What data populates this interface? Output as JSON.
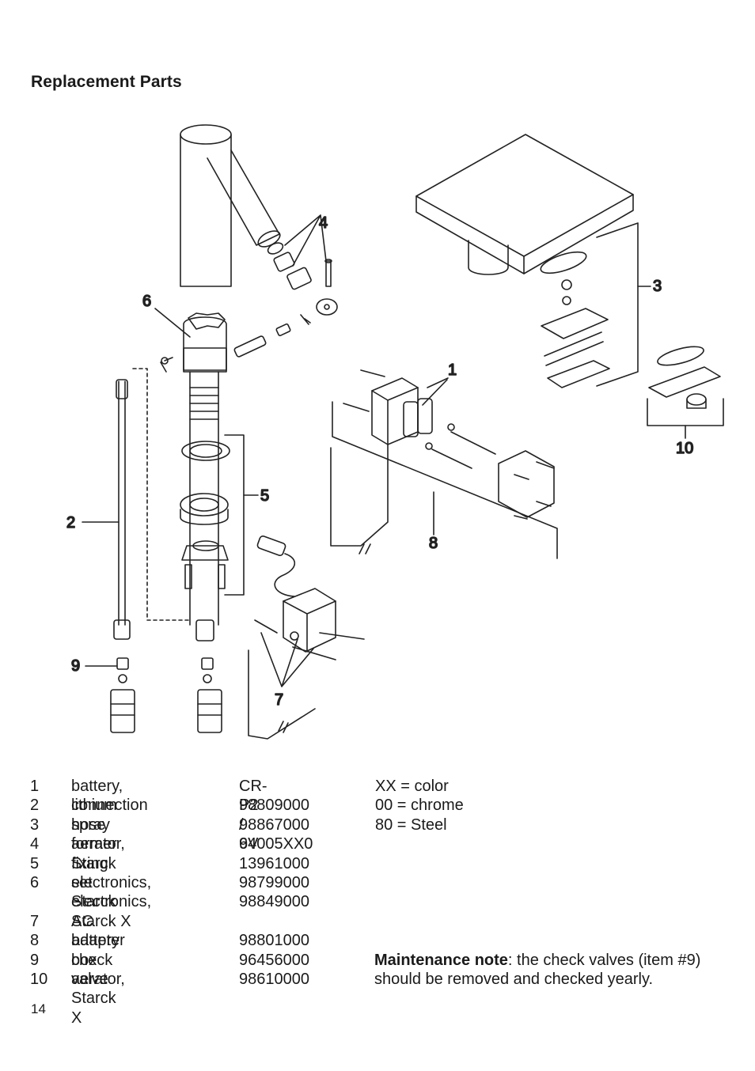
{
  "title": "Replacement Parts",
  "callouts": [
    "1",
    "2",
    "3",
    "4",
    "5",
    "6",
    "7",
    "8",
    "9",
    "10"
  ],
  "parts": [
    {
      "num": "1",
      "desc": "battery, lithium",
      "code": "CR-P2 / 6V"
    },
    {
      "num": "2",
      "desc": "connection hose",
      "code": "98809000"
    },
    {
      "num": "3",
      "desc": "spray former",
      "code": "98867000"
    },
    {
      "num": "4",
      "desc": "aerator, Starck",
      "code": "94005XX0"
    },
    {
      "num": "5",
      "desc": "fixing set",
      "code": "13961000"
    },
    {
      "num": "6",
      "desc": "electronics, Starck",
      "code": "98799000"
    },
    {
      "num": "",
      "desc": "electronics, Starck X",
      "code": "98849000"
    },
    {
      "num": "7",
      "desc": "AC adapter",
      "code": ""
    },
    {
      "num": "8",
      "desc": "battery box",
      "code": "98801000"
    },
    {
      "num": "9",
      "desc": "check valve",
      "code": "96456000"
    },
    {
      "num": "10",
      "desc": "aerator, Starck X",
      "code": "98610000"
    }
  ],
  "legend": [
    "XX = color",
    "00 = chrome",
    "80 = Steel"
  ],
  "note": {
    "label": "Maintenance note",
    "text": ":  the check valves (item #9) should be removed and checked yearly."
  },
  "page_number": "14"
}
